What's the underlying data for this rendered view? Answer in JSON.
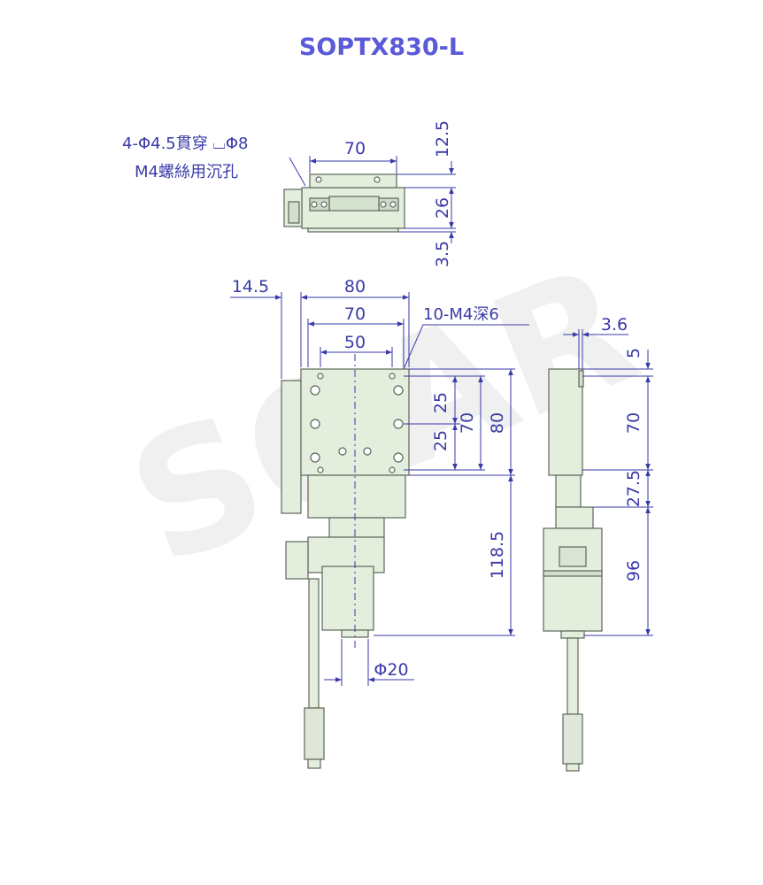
{
  "title": "SOPTX830-L",
  "colors": {
    "title": "#5b5bd9",
    "dimension": "#3a3aa8",
    "body_fill": "#e3eedd",
    "body_stroke": "#5e665a",
    "watermark": "#eeeeee"
  },
  "watermark_text": "SOAR",
  "top_view": {
    "dims": {
      "width": "70",
      "height_top": "12.5",
      "height_mid": "26",
      "height_bottom": "3.5"
    },
    "note_line1": "4-Φ4.5貫穿 ⌴Φ8",
    "note_line2": "M4螺絲用沉孔"
  },
  "front_view": {
    "dims": {
      "offset": "14.5",
      "width_80": "80",
      "width_70": "70",
      "width_50": "50",
      "hole_note": "10-M4深6",
      "pitch_a": "25",
      "pitch_b": "25",
      "height_70": "70",
      "height_80": "80",
      "height_118": "118.5",
      "shaft_dia": "Φ20"
    }
  },
  "side_view": {
    "dims": {
      "thick": "3.6",
      "top": "5",
      "height_70": "70",
      "height_27": "27.5",
      "height_96": "96"
    }
  }
}
